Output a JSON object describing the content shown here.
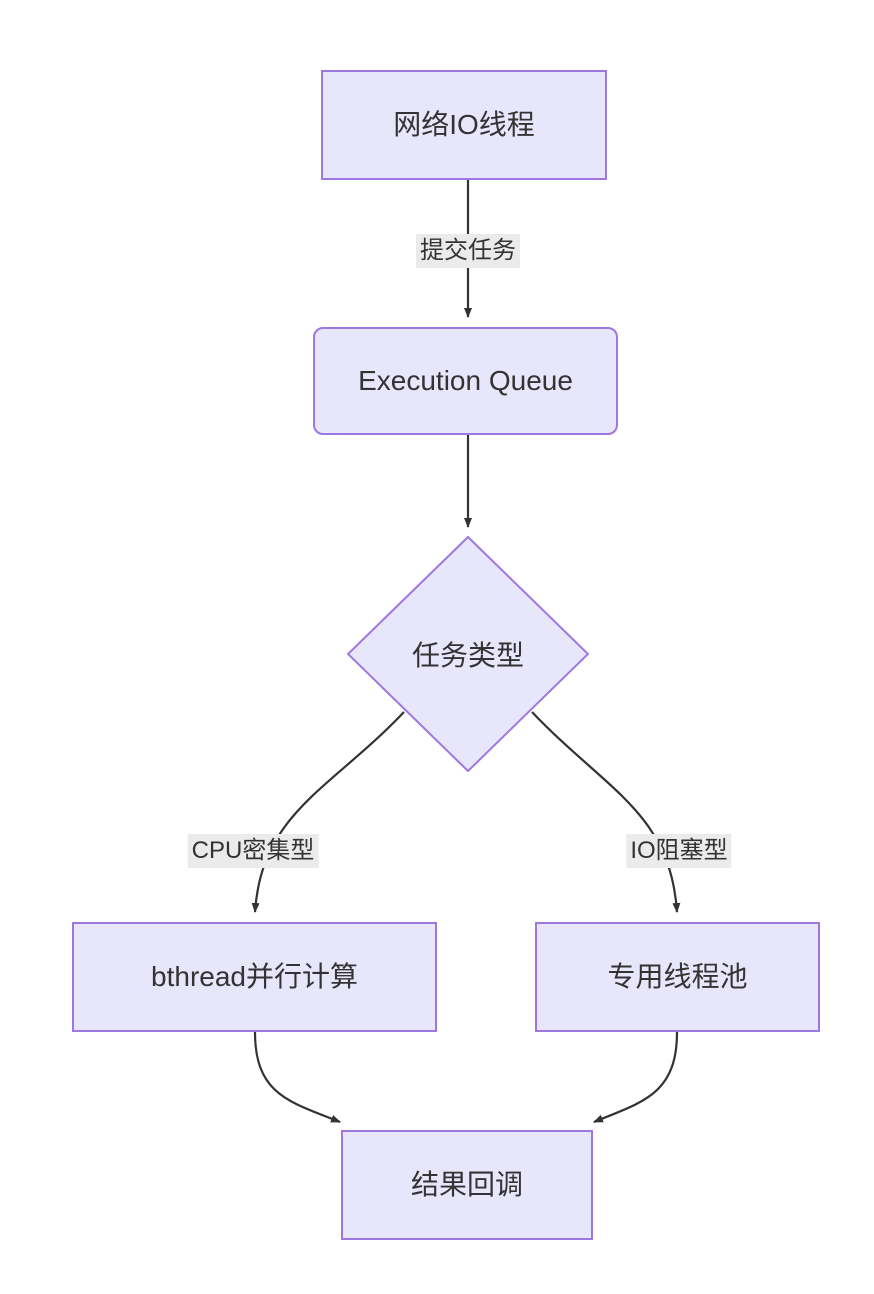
{
  "diagram": {
    "type": "flowchart",
    "direction": "top-down",
    "title": "",
    "colors": {
      "node_fill": "#e8e6fb",
      "node_stroke": "#9d78e0",
      "text": "#333333",
      "edge_stroke": "#333333",
      "edge_label_bg": "#ebebeb",
      "canvas_bg": "#ffffff"
    },
    "nodes": [
      {
        "id": "n1",
        "label": "网络IO线程",
        "shape": "rect"
      },
      {
        "id": "n2",
        "label": "Execution Queue",
        "shape": "rounded-rect"
      },
      {
        "id": "n3",
        "label": "任务类型",
        "shape": "diamond"
      },
      {
        "id": "n4",
        "label": "bthread并行计算",
        "shape": "rect"
      },
      {
        "id": "n5",
        "label": "专用线程池",
        "shape": "rect"
      },
      {
        "id": "n6",
        "label": "结果回调",
        "shape": "rect"
      }
    ],
    "edges": [
      {
        "from": "n1",
        "to": "n2",
        "label": "提交任务"
      },
      {
        "from": "n2",
        "to": "n3",
        "label": ""
      },
      {
        "from": "n3",
        "to": "n4",
        "label": "CPU密集型"
      },
      {
        "from": "n3",
        "to": "n5",
        "label": "IO阻塞型"
      },
      {
        "from": "n4",
        "to": "n6",
        "label": ""
      },
      {
        "from": "n5",
        "to": "n6",
        "label": ""
      }
    ]
  }
}
